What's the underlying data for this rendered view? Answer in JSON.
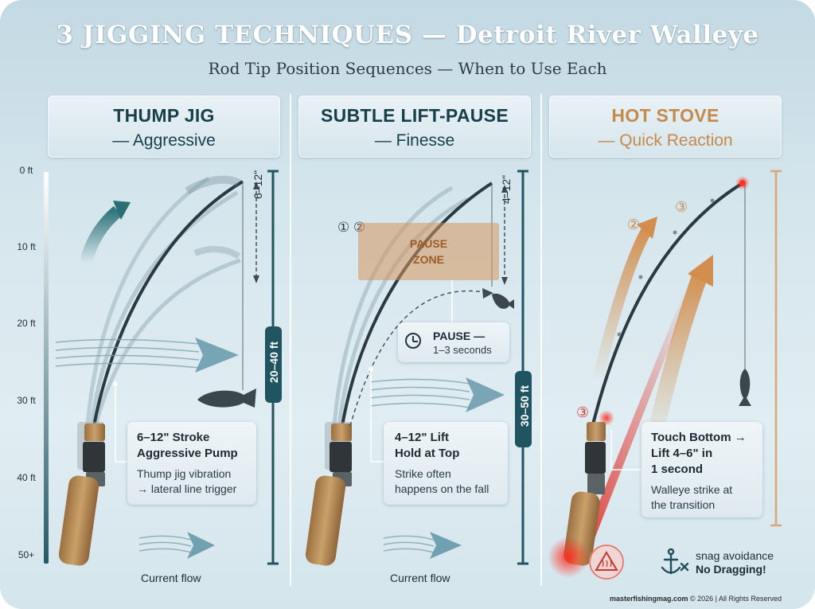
{
  "title": "3 JIGGING TECHNIQUES — Detroit River Walleye",
  "subtitle": "Rod Tip Position Sequences — When to Use Each",
  "depth_axis": {
    "labels": [
      "0 ft",
      "10 ft",
      "20 ft",
      "30 ft",
      "40 ft",
      "50+"
    ]
  },
  "panels": [
    {
      "title": "THUMP JIG",
      "subtitle": "— Aggressive",
      "stroke_label": "6–12\"",
      "depth_range": "20–40 ft",
      "callout_title_1": "6–12\" Stroke",
      "callout_title_2": "Aggressive Pump",
      "callout_desc_1": "Thump jig vibration",
      "callout_desc_2": "→ lateral line trigger",
      "current_label": "Current flow"
    },
    {
      "title": "SUBTLE LIFT-PAUSE",
      "subtitle": "— Finesse",
      "step_markers": [
        "①",
        "②"
      ],
      "pause_zone_line1": "PAUSE",
      "pause_zone_line2": "ZONE",
      "stroke_label": "4–12\"",
      "pause_title": "PAUSE —",
      "pause_duration": "1–3 seconds",
      "depth_range": "30–50 ft",
      "callout_title_1": "4–12\" Lift",
      "callout_title_2": "Hold at Top",
      "callout_desc_1": "Strike often",
      "callout_desc_2": "happens on the fall",
      "current_label": "Current flow"
    },
    {
      "title": "HOT STOVE",
      "subtitle": "— Quick Reaction",
      "step_markers": [
        "②",
        "③",
        "③"
      ],
      "callout_title_1": "Touch Bottom →",
      "callout_title_2": "Lift 4–6\" in",
      "callout_title_3": "1 second",
      "callout_desc_1": "Walleye strike at",
      "callout_desc_2": "the transition",
      "snag_line1": "snag avoidance",
      "snag_line2": "No Dragging!"
    }
  ],
  "footer": {
    "site": "masterfishingmag.com",
    "rest": " © 2026 | All Rights Reserved"
  },
  "colors": {
    "teal": "#173f4a",
    "orange": "#c48a4b",
    "accent_red": "#e0342c",
    "background": "#d6e6ed"
  }
}
